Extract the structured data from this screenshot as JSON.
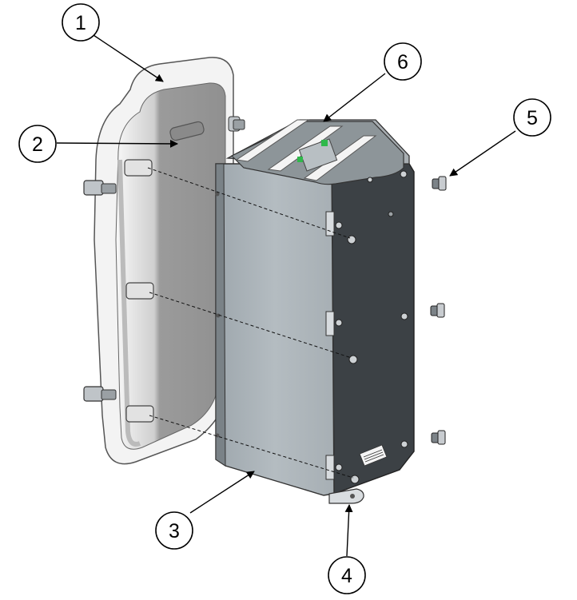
{
  "callouts": [
    {
      "id": "1",
      "label": "1"
    },
    {
      "id": "2",
      "label": "2"
    },
    {
      "id": "3",
      "label": "3"
    },
    {
      "id": "4",
      "label": "4"
    },
    {
      "id": "5",
      "label": "5"
    },
    {
      "id": "6",
      "label": "6"
    }
  ],
  "colors": {
    "box_front": "#aeb6bb",
    "box_side": "#3d4246",
    "box_top": "#9aa2a6",
    "cover_frame": "#f2f2f2",
    "cover_inner": "#9a9a9a",
    "line": "#000000"
  }
}
